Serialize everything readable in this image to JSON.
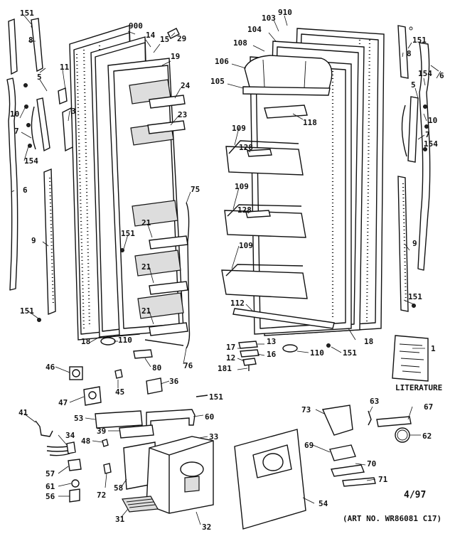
{
  "callouts": [
    "151",
    "8",
    "900",
    "14",
    "15",
    "19",
    "29",
    "910",
    "103",
    "104",
    "108",
    "106",
    "105",
    "118",
    "151",
    "8",
    "6",
    "154",
    "5",
    "10",
    "7",
    "154",
    "11",
    "5",
    "3",
    "10",
    "7",
    "154",
    "6",
    "24",
    "23",
    "75",
    "109",
    "128",
    "109",
    "128",
    "109",
    "151",
    "21",
    "21",
    "21",
    "9",
    "151",
    "112",
    "18",
    "110",
    "80",
    "76",
    "13",
    "16",
    "17",
    "12",
    "181",
    "110",
    "151",
    "18",
    "9",
    "151",
    "1",
    "46",
    "45",
    "36",
    "47",
    "151",
    "53",
    "60",
    "41",
    "39",
    "48",
    "33",
    "34",
    "57",
    "61",
    "56",
    "72",
    "58",
    "31",
    "32",
    "54",
    "63",
    "67",
    "73",
    "62",
    "69",
    "70",
    "71"
  ],
  "caption": {
    "literature": "LITERATURE",
    "date": "4/97",
    "art_no": "(ART NO. WR86081 C17)"
  }
}
